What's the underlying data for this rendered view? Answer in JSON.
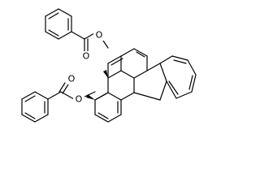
{
  "molecule": {
    "atom_labels": {
      "o_carbonyl_top": "O",
      "o_ester_top": "O",
      "o_carbonyl_bottom": "O",
      "o_ester_bottom": "O"
    }
  }
}
